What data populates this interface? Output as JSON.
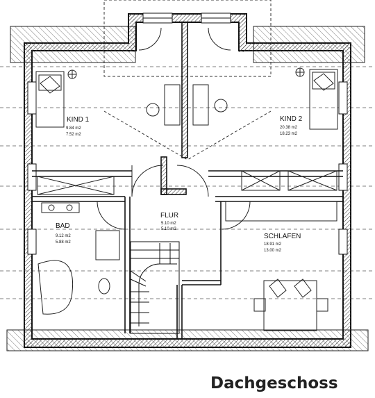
{
  "drawing": {
    "title": "Dachgeschoss",
    "rooms": {
      "kind1": {
        "name": "KIND 1",
        "area1": "9.84 m2",
        "area2": "7.52 m2"
      },
      "kind2": {
        "name": "KIND 2",
        "area1": "20.38 m2",
        "area2": "18.23 m2"
      },
      "flur": {
        "name": "FLUR",
        "area1": "5.10 m2",
        "area2": "5.10 m2"
      },
      "bad": {
        "name": "BAD",
        "area1": "9.12 m2",
        "area2": "5.88 m2"
      },
      "schlafen": {
        "name": "SCHLAFEN",
        "area1": "18.91 m2",
        "area2": "13.00 m2"
      }
    },
    "colors": {
      "line": "#1a1a1a",
      "hatch": "#444444"
    }
  }
}
